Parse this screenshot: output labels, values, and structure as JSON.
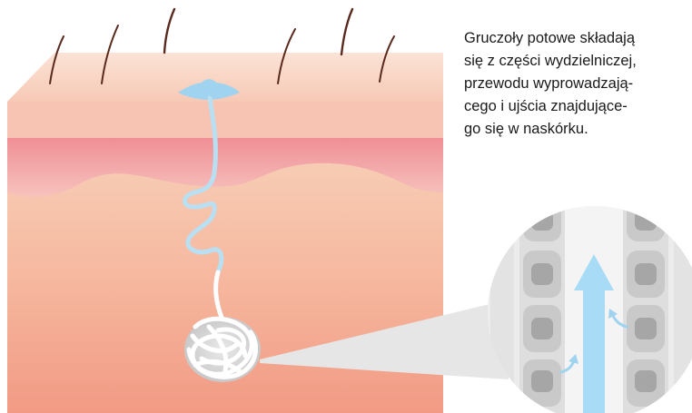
{
  "caption": {
    "lines": [
      "Gruczoły potowe składają",
      "się z części wydzielniczej,",
      "przewodu wyprowadzają-",
      "cego i ujścia znajdujące-",
      "go się w naskórku."
    ]
  },
  "colors": {
    "skin_surface": "#f7c9b5",
    "epidermis": "#f4a7a4",
    "dermis": "#f8cdb2",
    "subcutis": "#f29d86",
    "sweat_duct": "#b9dff3",
    "sweat_pore": "#9fd3ef",
    "hair": "#5a2a1e",
    "gland_coil": "#ffffff",
    "cell": "#c9c9c9",
    "cell_nucleus": "#a6a6a6",
    "flow_arrow": "#a8dbf5"
  },
  "icons": {
    "flow_up": "arrow-up-icon",
    "absorb_left": "curved-arrow-icon",
    "absorb_right": "curved-arrow-icon"
  }
}
